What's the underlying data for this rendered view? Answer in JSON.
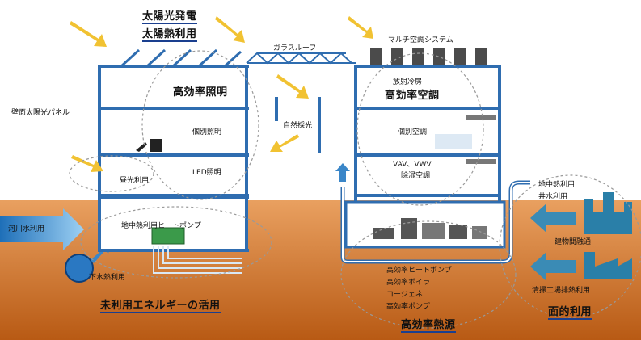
{
  "labels": {
    "solar_power": "太陽光発電",
    "solar_heat": "太陽熱利用",
    "glass_roof": "ガラスルーフ",
    "multi_ac": "マルチ空調システム",
    "radiant_cooling": "放射冷房",
    "hi_eff_ac": "高効率空調",
    "hi_eff_lighting": "高効率照明",
    "wall_pv": "壁面太陽光パネル",
    "task_lighting": "個別照明",
    "natural_light": "自然採光",
    "individual_ac": "個別空調",
    "vav_vwv": "VAV、VWV",
    "dehumid_ac": "除湿空調",
    "led_lighting": "LED照明",
    "daylighting": "昼光利用",
    "geo_heat_pump": "地中熱利用ヒートポンプ",
    "river_water": "河川水利用",
    "sewage_heat": "下水熱利用",
    "unused_energy": "未利用エネルギーの活用",
    "geo_well": [
      "地中熱利用",
      "井水利用"
    ],
    "building_exchange": "建物間融通",
    "heat_source_items": [
      "高効率ヒートポンプ",
      "高効率ボイラ",
      "コージェネ",
      "高効率ポンプ"
    ],
    "hi_eff_heat_source": "高効率熱源",
    "factory_exhaust": "清掃工場排熱利用",
    "area_use": "面的利用"
  },
  "colors": {
    "frame": "#2f6db0",
    "ground": "#c2651f",
    "arrow_yellow": "#f1c232",
    "arrow_blue": "#3a86c8",
    "underline": "#1a3f8f"
  },
  "icons": [
    "solar-panel-icon",
    "sun-arrow-icon",
    "outdoor-unit-icon",
    "heat-pump-icon",
    "water-pipe-icon",
    "mountain-icon",
    "factory-icon"
  ]
}
